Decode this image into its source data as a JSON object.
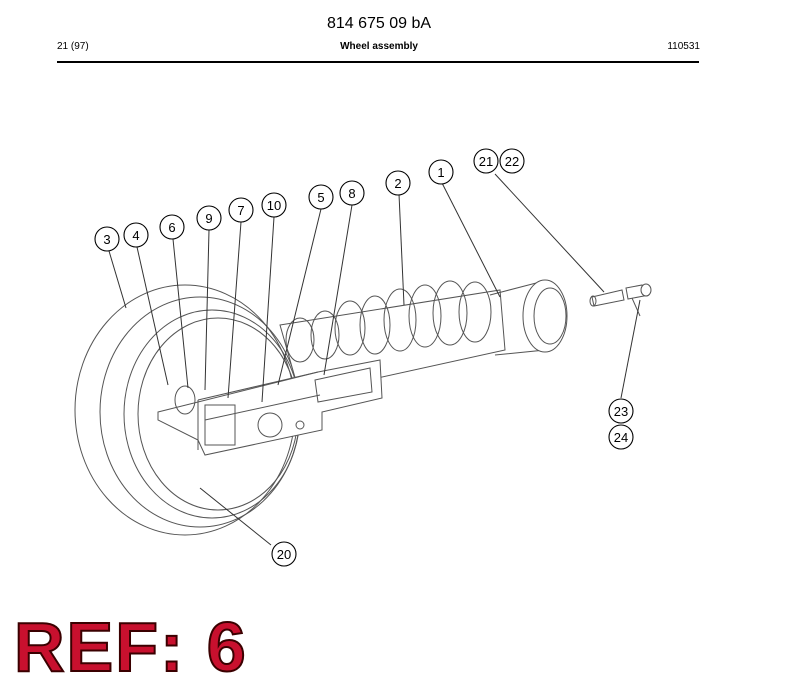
{
  "header": {
    "doc_number": "814 675 09 bA",
    "page": "21 (97)",
    "title": "Wheel assembly",
    "code": "110531"
  },
  "callouts": [
    {
      "id": "c1",
      "label": "1"
    },
    {
      "id": "c2",
      "label": "2"
    },
    {
      "id": "c3",
      "label": "3"
    },
    {
      "id": "c4",
      "label": "4"
    },
    {
      "id": "c5",
      "label": "5"
    },
    {
      "id": "c6",
      "label": "6"
    },
    {
      "id": "c7",
      "label": "7"
    },
    {
      "id": "c8",
      "label": "8"
    },
    {
      "id": "c9",
      "label": "9"
    },
    {
      "id": "c10",
      "label": "10"
    },
    {
      "id": "c20",
      "label": "20"
    },
    {
      "id": "c21",
      "label": "21"
    },
    {
      "id": "c22",
      "label": "22"
    },
    {
      "id": "c23",
      "label": "23"
    },
    {
      "id": "c24",
      "label": "24"
    }
  ],
  "reference": {
    "text": "REF: 6",
    "color": "#c8102e"
  }
}
